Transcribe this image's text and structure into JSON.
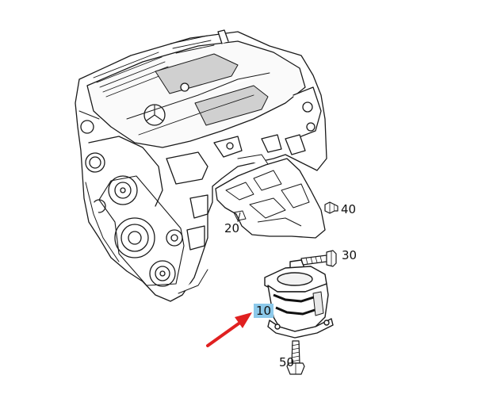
{
  "callouts": {
    "c10": "10",
    "c20": "20",
    "c30": "30",
    "c40": "40",
    "c50": "50"
  },
  "highlight_color": "#8cc9ea",
  "arrow_color": "#e02020",
  "selected_part": "10",
  "icons": {
    "engine": "engine-illustration-icon",
    "heat_shield": "heat-shield-icon",
    "mount": "engine-mount-icon",
    "bolt30": "bolt-icon",
    "nut40": "nut-icon",
    "bolt50": "bolt-icon"
  }
}
